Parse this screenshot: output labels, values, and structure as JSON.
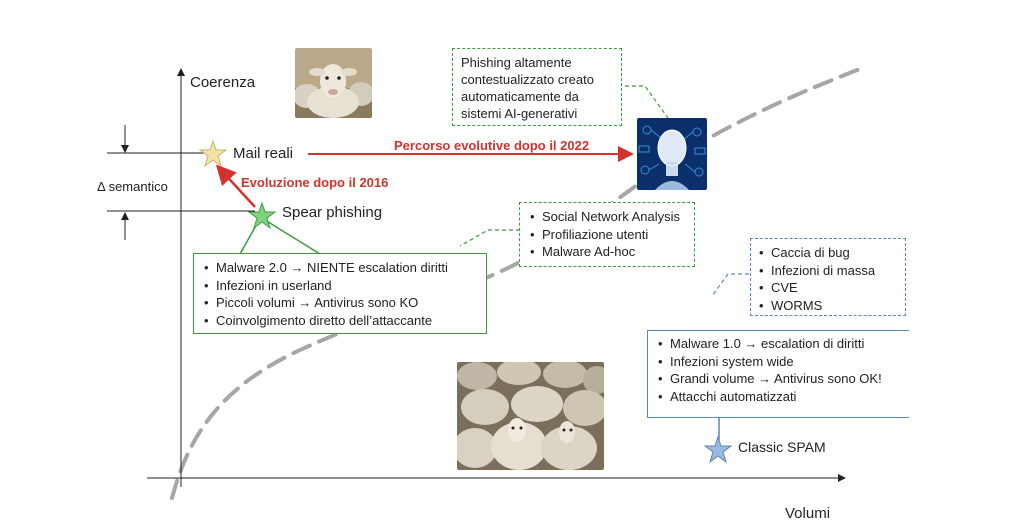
{
  "axes": {
    "y_label": "Coerenza",
    "x_label": "Volumi"
  },
  "delta_label": "Δ semantico",
  "points": {
    "mail_reali": "Mail reali",
    "spear_phishing": "Spear phishing",
    "classic_spam": "Classic SPAM"
  },
  "arrows": {
    "evoluzione_2016": "Evoluzione dopo il 2016",
    "percorso_2022": "Percorso evolutive dopo il 2022"
  },
  "ai_box": {
    "lines": [
      "Phishing altamente",
      "contestualizzato creato",
      "automaticamente da",
      "sistemi AI-generativi"
    ]
  },
  "spear_box": {
    "items": [
      "Malware 2.0 → NIENTE escalation diritti",
      "Infezioni in userland",
      "Piccoli volumi → Antivirus sono KO",
      "Coinvolgimento diretto dell’attaccante"
    ]
  },
  "social_box": {
    "items": [
      "Social Network Analysis",
      "Profiliazione utenti",
      "Malware Ad-hoc"
    ]
  },
  "bug_box": {
    "items": [
      "Caccia di bug",
      "Infezioni di massa",
      "CVE",
      "WORMS"
    ]
  },
  "spam_box": {
    "items": [
      "Malware 1.0 → escalation di diritti",
      "Infezioni system wide",
      "Grandi volume → Antivirus sono OK!",
      "Attacchi automatizzati"
    ]
  },
  "icons": {
    "sheep_single": "sheep-portrait-icon",
    "sheep_flock": "sheep-flock-icon",
    "ai_head": "ai-head-icon"
  },
  "colors": {
    "red": "#d2332c",
    "green": "#3f9b3f",
    "blue": "#5b86b8",
    "curve": "#a6a6a6",
    "star_gold": "#f3e3a6",
    "star_green": "#7fd37f",
    "star_blue": "#9bb9e0"
  }
}
